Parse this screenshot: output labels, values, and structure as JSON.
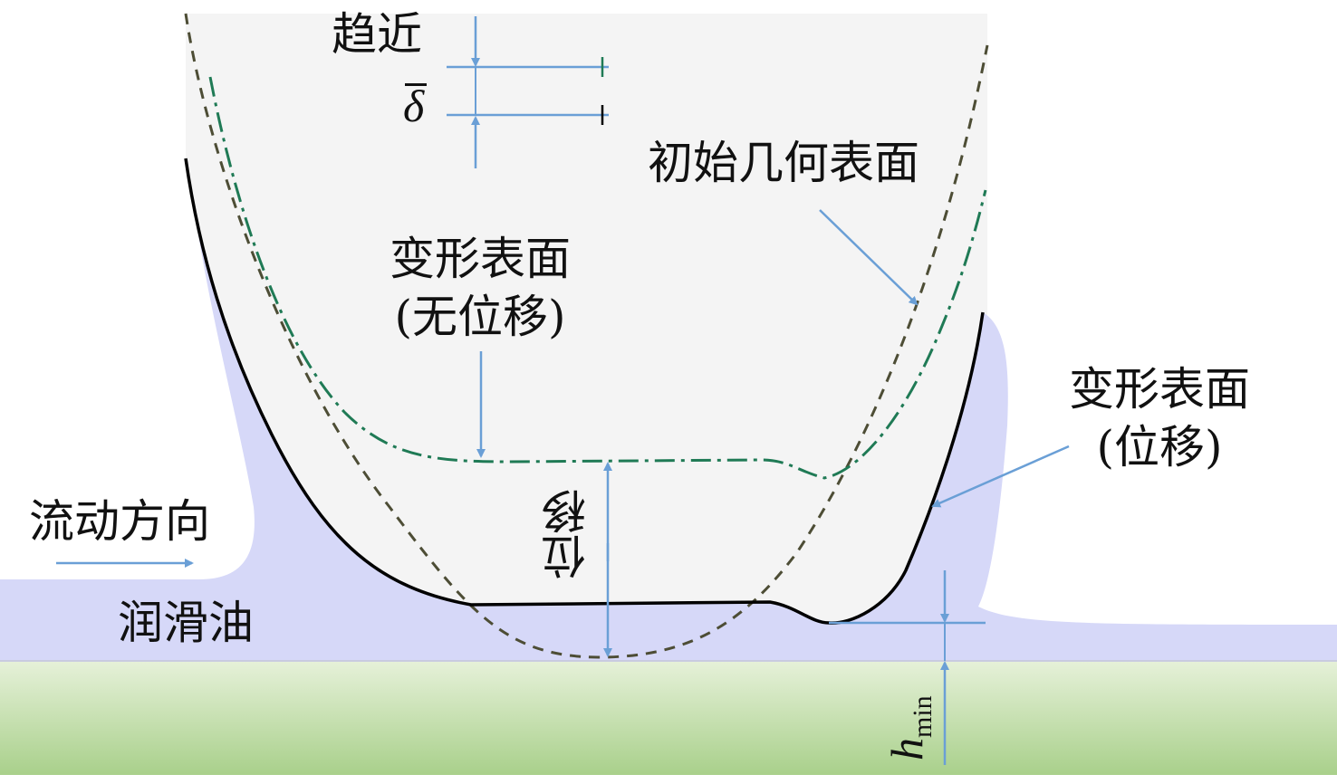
{
  "labels": {
    "approach": "趋近",
    "delta_symbol": "δ",
    "initial_surface": "初始几何表面",
    "deformed_no_disp_line1": "变形表面",
    "deformed_no_disp_line2": "(无位移)",
    "deformed_disp_line1": "变形表面",
    "deformed_disp_line2": "(位移)",
    "flow_direction": "流动方向",
    "lubricant": "润滑油",
    "displacement": "位移",
    "hmin_base": "h",
    "hmin_sub": "min"
  },
  "colors": {
    "roller_fill": "#f4f4f4",
    "lubricant": "#d6d8f8",
    "substrate_top": "#e6f1d9",
    "substrate_bottom": "#a9d08b",
    "arrow": "#6a9fd6",
    "deformed_surface": "#000000",
    "initial_surface": "#4d4d35",
    "undisplaced_surface": "#1f7a55"
  }
}
